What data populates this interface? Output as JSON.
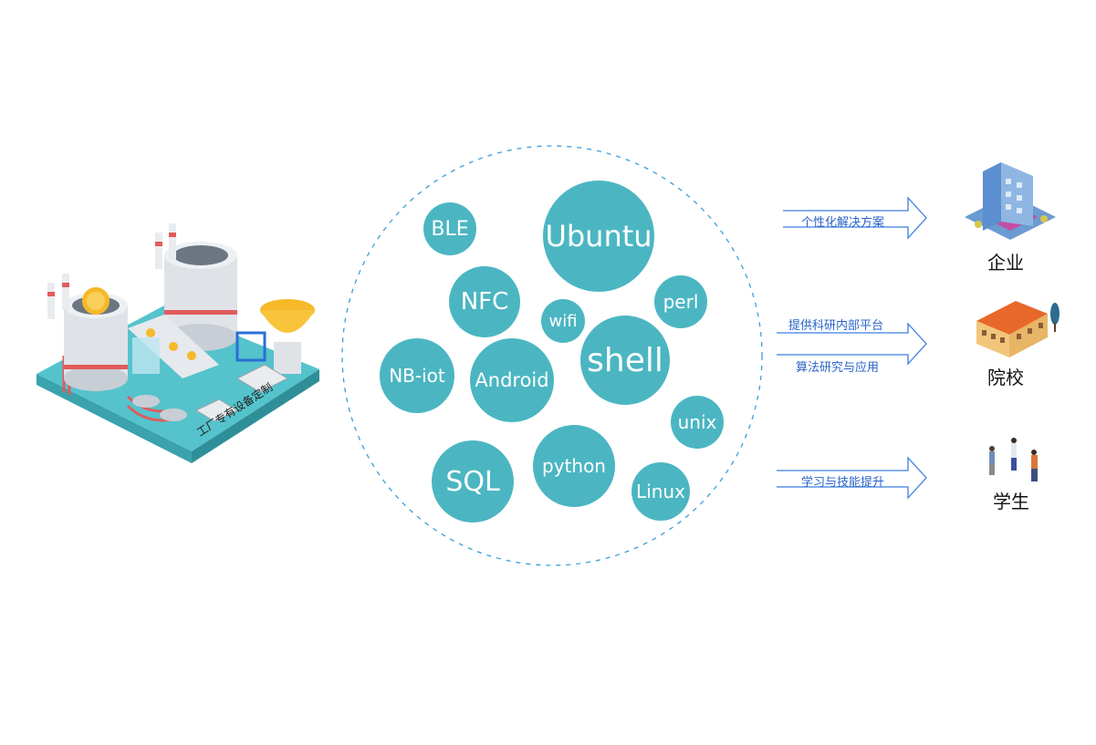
{
  "factory": {
    "caption": "工厂专有设备定制"
  },
  "bubbles": [
    {
      "label": "BLE"
    },
    {
      "label": "Ubuntu"
    },
    {
      "label": "NFC"
    },
    {
      "label": "wifi"
    },
    {
      "label": "perl"
    },
    {
      "label": "NB-iot"
    },
    {
      "label": "Android"
    },
    {
      "label": "shell"
    },
    {
      "label": "unix"
    },
    {
      "label": "SQL"
    },
    {
      "label": "python"
    },
    {
      "label": "Linux"
    }
  ],
  "targets": [
    {
      "label": "企业",
      "arrow_labels": [
        "个性化解决方案"
      ]
    },
    {
      "label": "院校",
      "arrow_labels": [
        "提供科研内部平台",
        "算法研究与应用"
      ]
    },
    {
      "label": "学生",
      "arrow_labels": [
        "学习与技能提升"
      ]
    }
  ],
  "colors": {
    "bubble": "#4bb6c2",
    "arrow": "#3b7fe0",
    "dashed_circle": "#3a9fd8",
    "factory_base": "#55c3cc"
  }
}
